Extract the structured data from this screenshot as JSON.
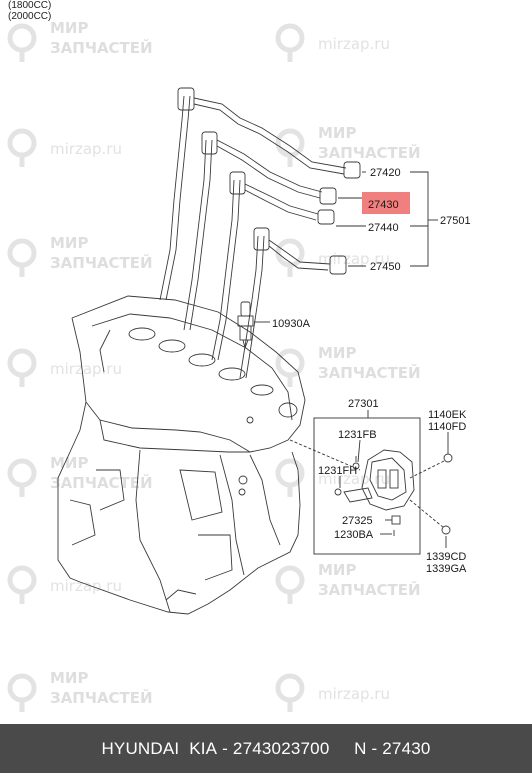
{
  "engine_variants": [
    "(1800CC)",
    "(2000CC)"
  ],
  "watermark": {
    "brand_line1": "МИР",
    "brand_line2": "ЗАПЧАСТЕЙ",
    "url": "mirzap.ru"
  },
  "parts": {
    "p27420": "27420",
    "p27430": "27430",
    "p27440": "27440",
    "p27450": "27450",
    "p27501": "27501",
    "p10930A": "10930A",
    "p27301": "27301",
    "p1140EK": "1140EK",
    "p1140FD": "1140FD",
    "p1231FB": "1231FB",
    "p1231FH": "1231FH",
    "p27325": "27325",
    "p1230BA": "1230BA",
    "p1339CD": "1339CD",
    "p1339GA": "1339GA"
  },
  "highlight": {
    "part": "27430",
    "color": "#f08080"
  },
  "footer": {
    "brand": "HYUNDAI  KIA",
    "separator": " - ",
    "part_number": "2743023700",
    "gap": "     ",
    "n_label": "N - 27430"
  }
}
